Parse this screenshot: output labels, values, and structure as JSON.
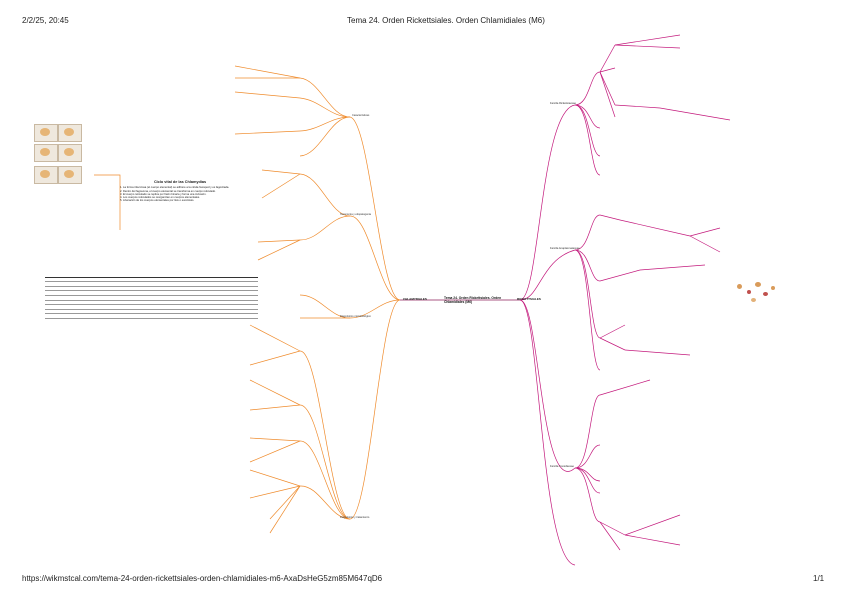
{
  "header": {
    "datetime": "2/2/25, 20:45",
    "title": "Tema 24. Orden Rickettsiales. Orden Chlamidiales (M6)"
  },
  "footer": {
    "url": "https://wikmstcal.com/tema-24-orden-rickettsiales-orden-chlamidiales-m6-AxaDsHeG5zm85M647qD6",
    "page": "1/1"
  },
  "mindmap": {
    "center": "Tema 24. Orden Rickettsiales. Orden Chlamidiales (M6)",
    "left_branch": "CHLAMYDIALES",
    "right_branch": "RICKETTSIALES",
    "left_subbranches": [
      "Características",
      "Taxonomía y etiopatogenia",
      "Diagnóstico microbiológico",
      "Diagnóstico y tratamiento"
    ],
    "right_subbranches": [
      "Familia Rickettsiaceae",
      "Familia Anaplasmataceae",
      "Familia Coxiellaceae"
    ],
    "note_title": "Ciclo vital de las Chlamydias",
    "note_items": [
      "1. La forma infecciosa (el cuerpo elemental) se adhiere a la célula huésped y es fagocitada.",
      "2. Dentro del fagosoma, el cuerpo elemental se transforma en cuerpo reticulado.",
      "3. El cuerpo reticulado se replica por fisión binaria y forma una inclusión.",
      "4. Los cuerpos reticulados se reorganizan en cuerpos elementales.",
      "5. Liberación de los cuerpos elementales por lisis o exocitosis."
    ]
  }
}
